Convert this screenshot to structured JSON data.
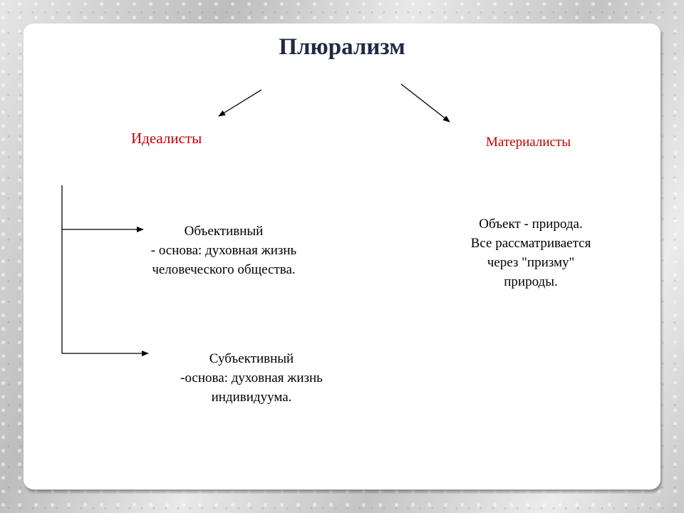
{
  "title": "Плюрализм",
  "branches": {
    "idealists": "Идеалисты",
    "materialists": "Материалисты"
  },
  "idealist_types": [
    {
      "lines": [
        "Объективный",
        "- основа: духовная жизнь",
        "человеческого общества."
      ]
    },
    {
      "lines": [
        "Субъективный",
        "-основа: духовная жизнь",
        "индивидуума."
      ]
    }
  ],
  "materialist_view": {
    "lines": [
      "Объект - природа.",
      "Все рассматривается",
      "через \"призму\"",
      "природы."
    ]
  },
  "colors": {
    "title": "#1f2a44",
    "branch_label": "#c00000",
    "text": "#000000",
    "slide_bg": "#ffffff"
  }
}
